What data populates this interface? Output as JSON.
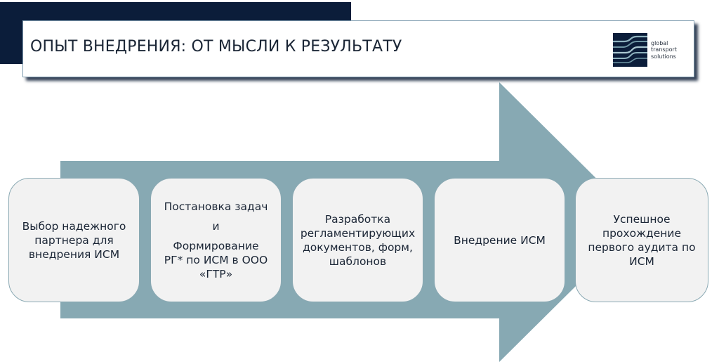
{
  "header": {
    "title": "ОПЫТ ВНЕДРЕНИЯ: ОТ МЫСЛИ К РЕЗУЛЬТАТУ",
    "logo": {
      "icon": "gts-wave-logo-icon",
      "lines": [
        "global",
        "transport",
        "solutions"
      ]
    }
  },
  "colors": {
    "navy": "#0b1d3a",
    "arrow": "#87a9b3",
    "card": "#f2f2f2",
    "text": "#1a2535"
  },
  "arrow": {
    "direction": "right",
    "label": "process-flow"
  },
  "steps": [
    {
      "id": 1,
      "lines": [
        "Выбор надежного",
        "партнера для",
        "внедрения ИСМ"
      ]
    },
    {
      "id": 2,
      "lines": [
        "Постановка задач",
        "",
        "и",
        "",
        "Формирование",
        "РГ* по ИСМ в ООО",
        "«ГТР»"
      ]
    },
    {
      "id": 3,
      "lines": [
        "Разработка",
        "регламентирующих",
        "документов, форм,",
        "шаблонов"
      ]
    },
    {
      "id": 4,
      "lines": [
        "Внедрение ИСМ"
      ]
    },
    {
      "id": 5,
      "lines": [
        "Успешное",
        "прохождение",
        "первого аудита по",
        "ИСМ"
      ]
    }
  ]
}
